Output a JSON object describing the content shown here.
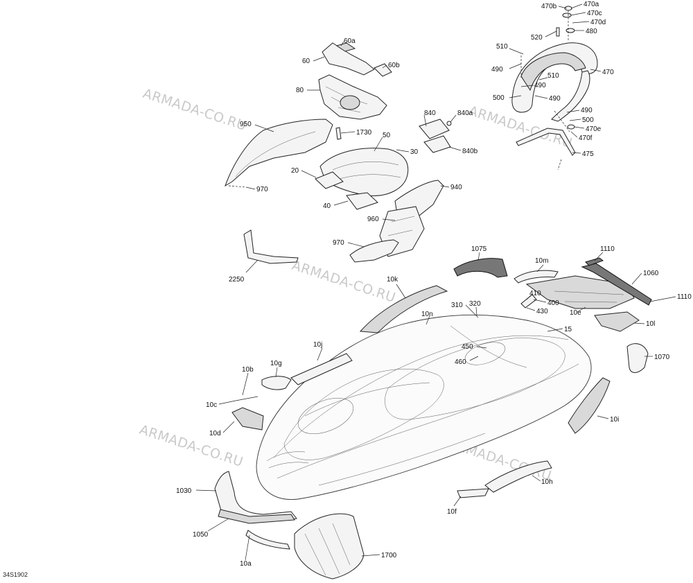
{
  "diagram_ref": "34S1902",
  "watermark": "ARMADA-CO.RU",
  "labels": {
    "l470b": "470b",
    "l470a": "470a",
    "l470c": "470c",
    "l470d": "470d",
    "l520": "520",
    "l480": "480",
    "l510a": "510",
    "l490a": "490",
    "l470": "470",
    "l510b": "510",
    "l490b": "490",
    "l500a": "500",
    "l490c": "490",
    "l490d": "490",
    "l500b": "500",
    "l470e": "470e",
    "l470f": "470f",
    "l475": "475",
    "l60a": "60a",
    "l60": "60",
    "l60b": "60b",
    "l80": "80",
    "l840": "840",
    "l840a": "840a",
    "l840b": "840b",
    "l950": "950",
    "l1730": "1730",
    "l50": "50",
    "l30": "30",
    "l20": "20",
    "l970a": "970",
    "l940": "940",
    "l40": "40",
    "l960": "960",
    "l970b": "970",
    "l2250": "2250",
    "l1075": "1075",
    "l1110a": "1110",
    "l10m": "10m",
    "l1060": "1060",
    "l10k": "10k",
    "l320": "320",
    "l410": "410",
    "l400": "400",
    "l430": "430",
    "l1110b": "1110",
    "l310": "310",
    "l10n": "10n",
    "l10e": "10e",
    "l15": "15",
    "l10l": "10l",
    "l10j": "10j",
    "l450": "450",
    "l460": "460",
    "l1070": "1070",
    "l10b": "10b",
    "l10g": "10g",
    "l10c": "10c",
    "l10i": "10i",
    "l10d": "10d",
    "l1030": "1030",
    "l10h": "10h",
    "l10f": "10f",
    "l1050": "1050",
    "l10a": "10a",
    "l1700": "1700"
  }
}
